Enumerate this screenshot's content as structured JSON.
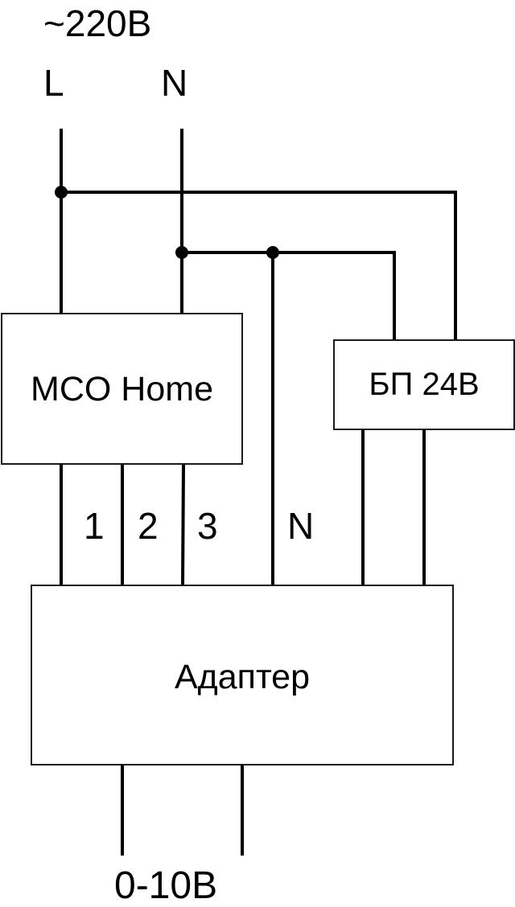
{
  "supply": {
    "voltage_label": "~220B",
    "line_label": "L",
    "neutral_label": "N"
  },
  "blocks": {
    "controller": "MCO Home",
    "power_supply": "БП 24В",
    "adapter": "Адаптер"
  },
  "terminals": {
    "channel_1": "1",
    "channel_2": "2",
    "channel_3": "3",
    "neutral": "N"
  },
  "output": {
    "label": "0-10B"
  },
  "colors": {
    "wire": "#000000",
    "background": "#ffffff"
  }
}
